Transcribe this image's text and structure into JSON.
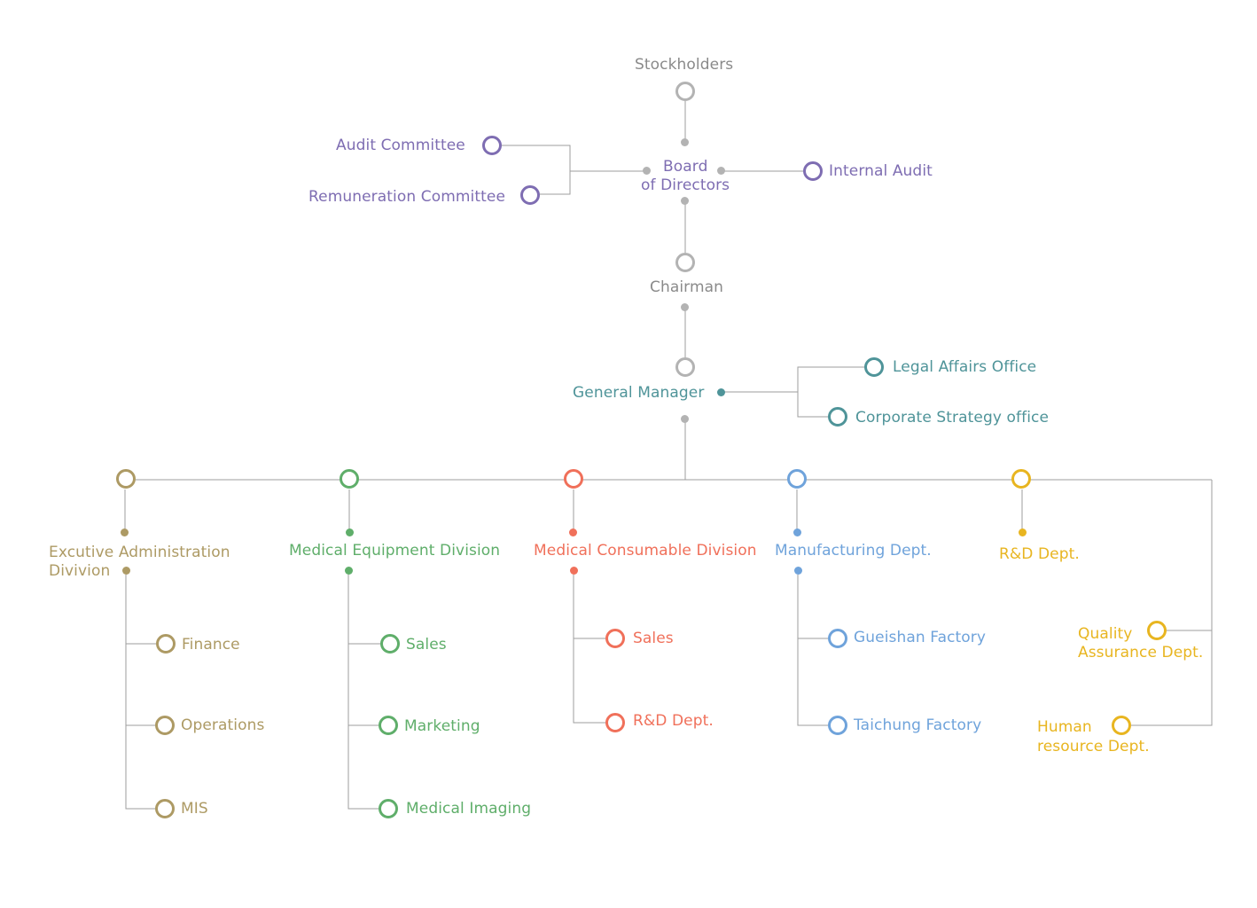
{
  "colors": {
    "line": "#9e9e9e",
    "neutral": "#b3b3b3",
    "neutral_text": "#8a8a8a",
    "purple": "#7e6db2",
    "teal": "#4f9499",
    "olive": "#ad9a64",
    "green": "#5fae6a",
    "orange": "#f0705a",
    "blue": "#6fa3db",
    "yellow": "#e8b520"
  },
  "top": {
    "stockholders": "Stockholders",
    "board_line1": "Board",
    "board_line2": "of Directors",
    "audit_committee": "Audit Committee",
    "remuneration_committee": "Remuneration Committee",
    "internal_audit": "Internal Audit",
    "chairman": "Chairman",
    "general_manager": "General  Manager",
    "legal_affairs": "Legal Affairs Office",
    "corporate_strategy": "Corporate Strategy office"
  },
  "divisions": {
    "exec_admin": {
      "line1": "Excutive Administration",
      "line2": "Divivion",
      "children": [
        "Finance",
        "Operations",
        "MIS"
      ]
    },
    "med_equipment": {
      "label": "Medical Equipment Division",
      "children": [
        "Sales",
        "Marketing",
        "Medical Imaging"
      ]
    },
    "med_consumable": {
      "label": "Medical Consumable Division",
      "children": [
        "Sales",
        "R&D Dept."
      ]
    },
    "manufacturing": {
      "label": "Manufacturing Dept.",
      "children": [
        "Gueishan Factory",
        "Taichung Factory"
      ]
    },
    "rd": {
      "label": "R&D Dept."
    },
    "quality": {
      "line1": "Quality",
      "line2": "Assurance Dept."
    },
    "hr": {
      "line1": "Human",
      "line2": "resource Dept."
    }
  }
}
